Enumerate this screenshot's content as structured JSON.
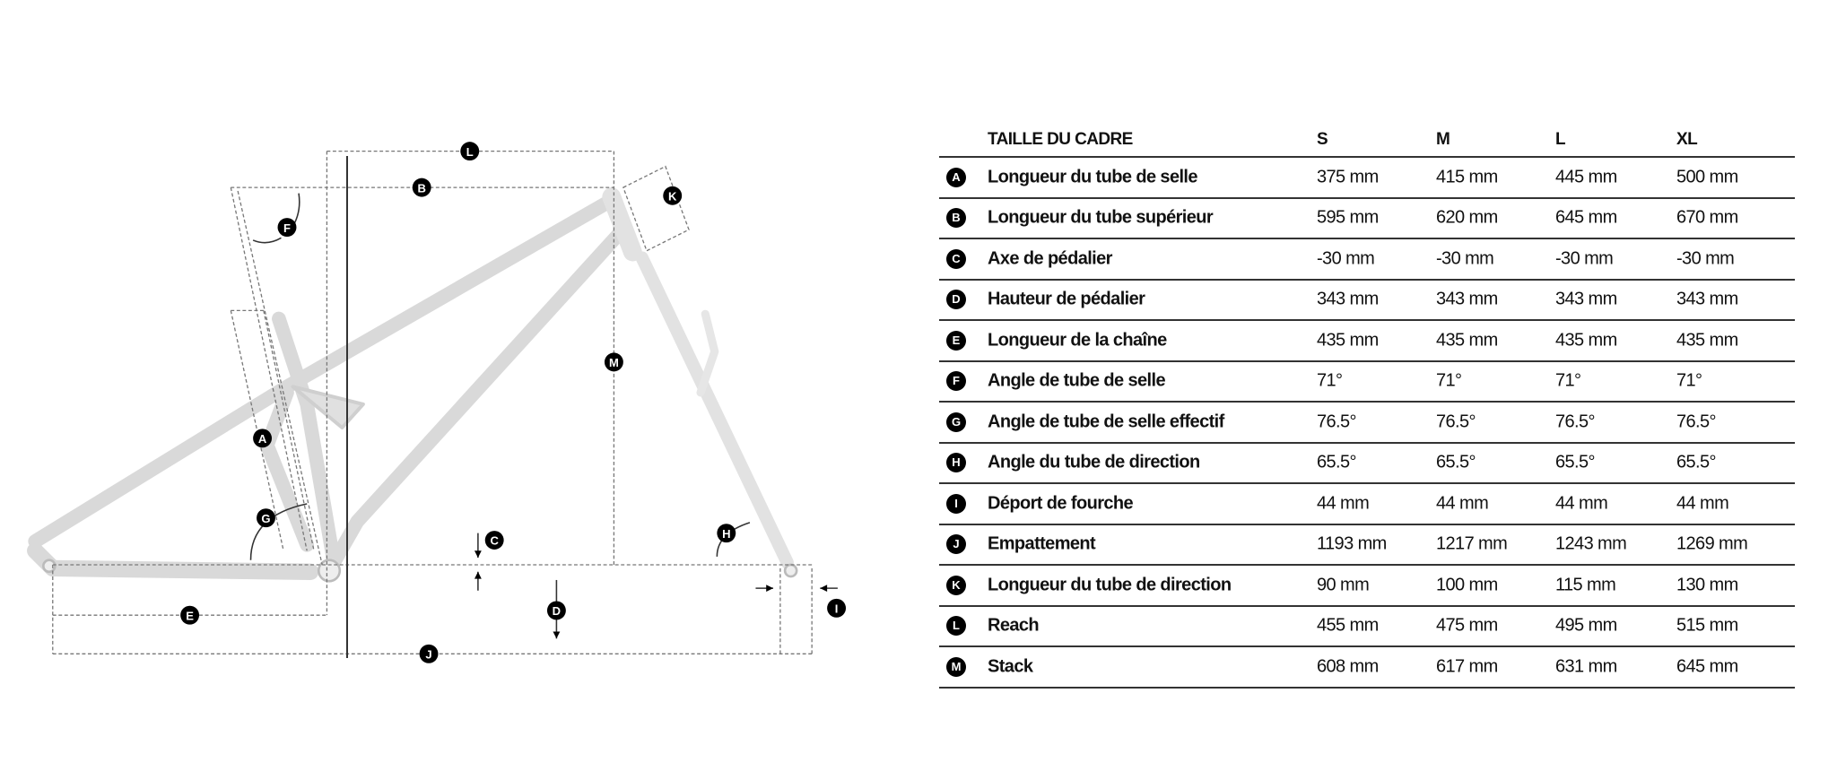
{
  "table": {
    "header": {
      "label": "TAILLE DU CADRE",
      "sizes": [
        "S",
        "M",
        "L",
        "XL"
      ]
    },
    "rows": [
      {
        "key": "A",
        "label": "Longueur du tube de selle",
        "values": [
          "375 mm",
          "415 mm",
          "445 mm",
          "500 mm"
        ]
      },
      {
        "key": "B",
        "label": "Longueur du tube supérieur",
        "values": [
          "595 mm",
          "620 mm",
          "645 mm",
          "670 mm"
        ]
      },
      {
        "key": "C",
        "label": "Axe de pédalier",
        "values": [
          "-30 mm",
          "-30 mm",
          "-30 mm",
          "-30 mm"
        ]
      },
      {
        "key": "D",
        "label": "Hauteur de pédalier",
        "values": [
          "343 mm",
          "343 mm",
          "343 mm",
          "343 mm"
        ]
      },
      {
        "key": "E",
        "label": "Longueur de la chaîne",
        "values": [
          "435 mm",
          "435 mm",
          "435 mm",
          "435 mm"
        ]
      },
      {
        "key": "F",
        "label": "Angle de tube de selle",
        "values": [
          "71°",
          "71°",
          "71°",
          "71°"
        ]
      },
      {
        "key": "G",
        "label": "Angle de tube de selle effectif",
        "values": [
          "76.5°",
          "76.5°",
          "76.5°",
          "76.5°"
        ]
      },
      {
        "key": "H",
        "label": "Angle du tube de direction",
        "values": [
          "65.5°",
          "65.5°",
          "65.5°",
          "65.5°"
        ]
      },
      {
        "key": "I",
        "label": "Déport de fourche",
        "values": [
          "44 mm",
          "44 mm",
          "44 mm",
          "44 mm"
        ]
      },
      {
        "key": "J",
        "label": "Empattement",
        "values": [
          "1193 mm",
          "1217 mm",
          "1243 mm",
          "1269 mm"
        ]
      },
      {
        "key": "K",
        "label": "Longueur du tube de direction",
        "values": [
          "90 mm",
          "100 mm",
          "115 mm",
          "130 mm"
        ]
      },
      {
        "key": "L",
        "label": "Reach",
        "values": [
          "455 mm",
          "475 mm",
          "495 mm",
          "515 mm"
        ]
      },
      {
        "key": "M",
        "label": "Stack",
        "values": [
          "608 mm",
          "617 mm",
          "631 mm",
          "645 mm"
        ]
      }
    ]
  },
  "diagram": {
    "markers": [
      "A",
      "B",
      "C",
      "D",
      "E",
      "F",
      "G",
      "H",
      "I",
      "J",
      "K",
      "L",
      "M"
    ]
  }
}
